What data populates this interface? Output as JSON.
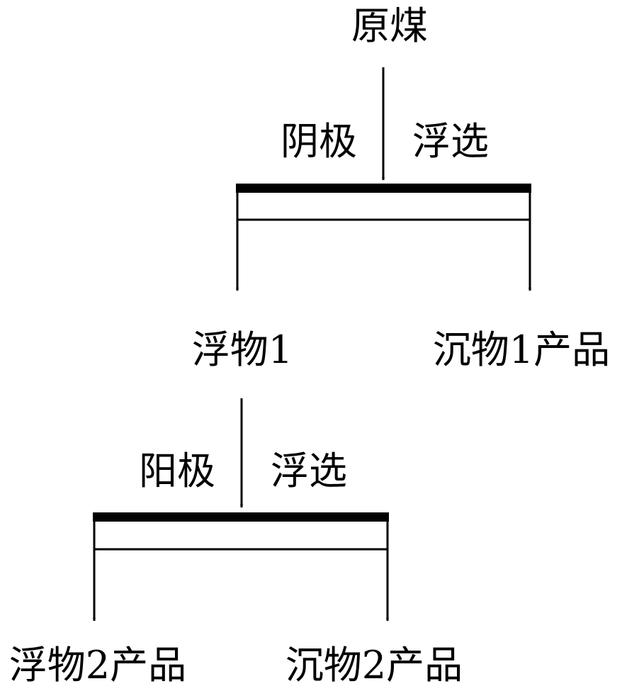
{
  "title": "Flowsheet of cathode and anode flotation",
  "nodes": {
    "raw_coal": "原煤",
    "stage1_label_left": "阴极",
    "stage1_label_right": "浮选",
    "float1": "浮物1",
    "sink1": "沉物1产品",
    "stage2_label_left": "阳极",
    "stage2_label_right": "浮选",
    "float2": "浮物2产品",
    "sink2": "沉物2产品"
  },
  "colors": {
    "line": "#000000",
    "background": "#ffffff"
  }
}
